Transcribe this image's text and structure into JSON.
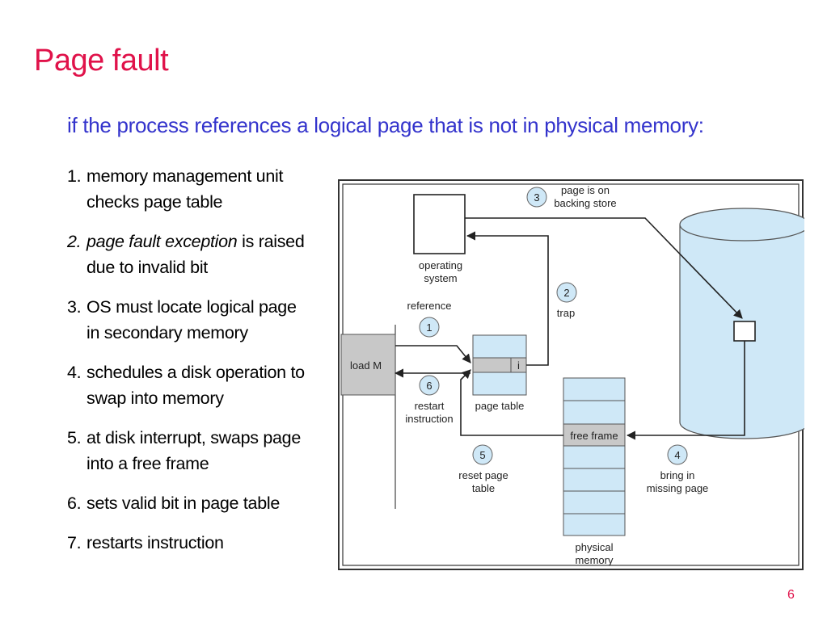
{
  "slide": {
    "title": "Page fault",
    "subtitle": "if the process references a logical page that is not in physical memory:",
    "page_number": "6"
  },
  "steps": [
    {
      "number": "1.",
      "emphasis": "",
      "line1": "memory management unit",
      "line2": "checks page table"
    },
    {
      "number": "2.",
      "emphasis": "page fault exception",
      "line1": " is raised",
      "line2": "due to invalid bit"
    },
    {
      "number": "3.",
      "emphasis": "",
      "line1": "OS must locate logical page",
      "line2": "in secondary memory"
    },
    {
      "number": "4.",
      "emphasis": "",
      "line1": "schedules a disk operation to",
      "line2": "swap into memory"
    },
    {
      "number": "5.",
      "emphasis": "",
      "line1": "at disk interrupt, swaps page",
      "line2": "into a free frame"
    },
    {
      "number": "6.",
      "emphasis": "",
      "line1": "sets valid bit in page table",
      "line2": ""
    },
    {
      "number": "7.",
      "emphasis": "",
      "line1": "restarts instruction",
      "line2": ""
    }
  ],
  "diagram": {
    "load_m": "load M",
    "os_label": [
      "operating",
      "system"
    ],
    "reference": "reference",
    "trap": "trap",
    "page_table": "page table",
    "invalid_bit": "i",
    "restart": [
      "restart",
      "instruction"
    ],
    "reset": [
      "reset page",
      "table"
    ],
    "free_frame": "free frame",
    "physical": [
      "physical",
      "memory"
    ],
    "backing": [
      "page is on",
      "backing store"
    ],
    "bring": [
      "bring in",
      "missing page"
    ],
    "markers": [
      "1",
      "2",
      "3",
      "4",
      "5",
      "6"
    ]
  },
  "colors": {
    "title": "#e0124a",
    "subtitle": "#3333cc",
    "memory_fill": "#cfe8f7",
    "disk_fill": "#cfe8f7",
    "gray_fill": "#c8c8c8"
  }
}
